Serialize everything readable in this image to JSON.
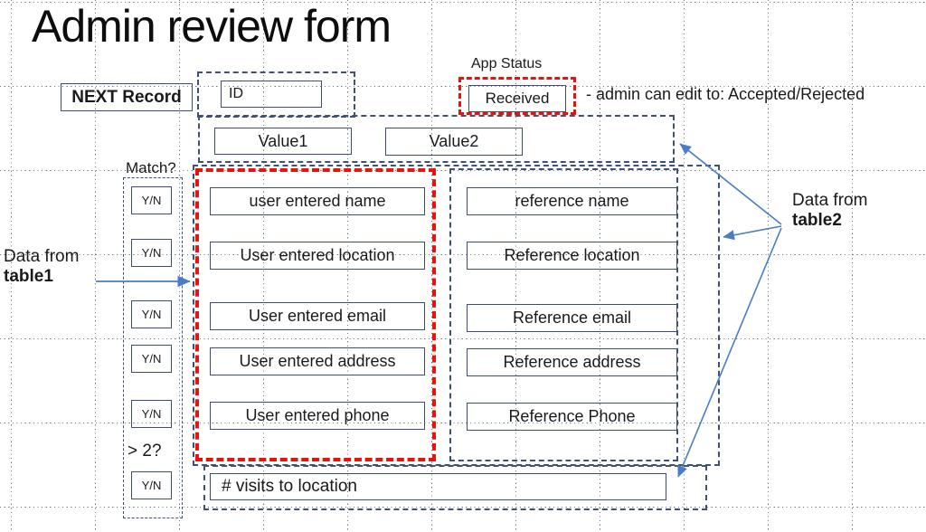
{
  "title": "Admin review form",
  "header": {
    "next_record_button": "NEXT Record",
    "id_field": "ID",
    "app_status": {
      "label": "App Status",
      "value": "Received",
      "note": "- admin can edit to: Accepted/Rejected"
    },
    "value_fields": [
      "Value1",
      "Value2"
    ]
  },
  "match_column": {
    "label": "Match?",
    "yn_value": "Y/N",
    "threshold_label": "> 2?"
  },
  "table1": {
    "caption": "Data from",
    "name": "table1",
    "fields": [
      "user entered name",
      "User entered location",
      "User entered email",
      "User entered address",
      "User entered phone"
    ]
  },
  "table2": {
    "caption": "Data from",
    "name": "table2",
    "fields": [
      "reference name",
      "Reference location",
      "Reference email",
      "Reference address",
      "Reference Phone"
    ]
  },
  "footer": {
    "visits_field": "# visits to location"
  },
  "colors": {
    "navy": "#3f5177",
    "red": "#e8140c",
    "arrow_blue": "#4a7cc9"
  }
}
